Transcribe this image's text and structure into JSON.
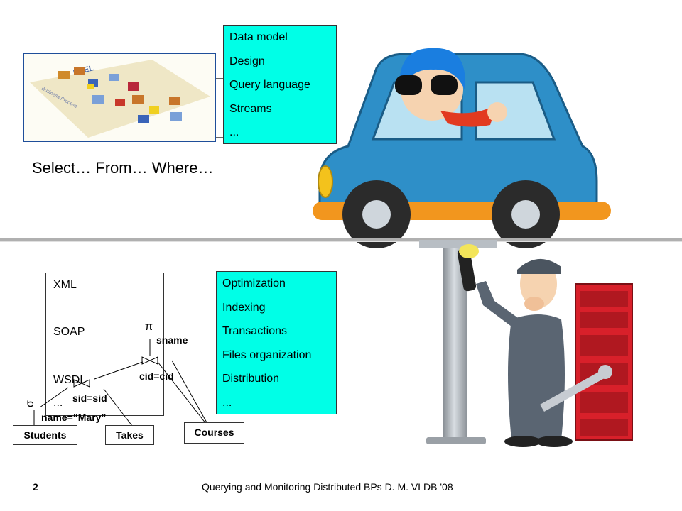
{
  "top_box": {
    "items": [
      "Data model",
      "Design",
      "Query language",
      "Streams",
      "..."
    ]
  },
  "select_text": "Select… From… Where…",
  "bpel_image": {
    "title": "BPEL",
    "subtitle": "Business Process"
  },
  "xml_box": {
    "items": [
      "XML",
      "SOAP",
      "WSDL",
      "..."
    ]
  },
  "bottom_box": {
    "items": [
      "Optimization",
      "Indexing",
      "Transactions",
      "Files organization",
      "Distribution",
      "..."
    ]
  },
  "query_tree": {
    "pi_symbol": "π",
    "sigma_symbol": "σ",
    "sname": "sname",
    "cid_join": "cid=cid",
    "sid_join": "sid=sid",
    "name_pred": "name=“Mary”",
    "tables": [
      "Students",
      "Takes",
      "Courses"
    ]
  },
  "footer": {
    "page": "2",
    "caption": "Querying and Monitoring Distributed BPs D. M. VLDB '08"
  },
  "colors": {
    "accent_box": "#00ffe7",
    "car_body": "#2e8fc8",
    "toolbox": "#d8202a"
  }
}
